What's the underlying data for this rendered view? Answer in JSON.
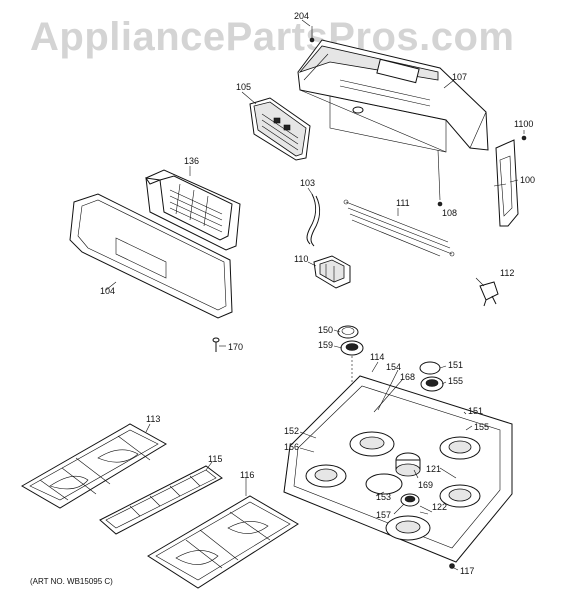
{
  "watermark": "AppliancePartsPros.com",
  "art_number": "(ART NO. WB15095 C)",
  "callouts": {
    "c204": "204",
    "c107": "107",
    "c105": "105",
    "c1100": "1100",
    "c100": "100",
    "c136": "136",
    "c103": "103",
    "c111": "111",
    "c108": "108",
    "c104": "104",
    "c110": "110",
    "c112": "112",
    "c170": "170",
    "c150": "150",
    "c159": "159",
    "c114": "114",
    "c154": "154",
    "c168": "168",
    "c151a": "151",
    "c155a": "155",
    "c151b": "151",
    "c155b": "155",
    "c152": "152",
    "c156": "156",
    "c113": "113",
    "c115": "115",
    "c116": "116",
    "c121": "121",
    "c169": "169",
    "c153": "153",
    "c157": "157",
    "c122": "122",
    "c117": "117"
  }
}
